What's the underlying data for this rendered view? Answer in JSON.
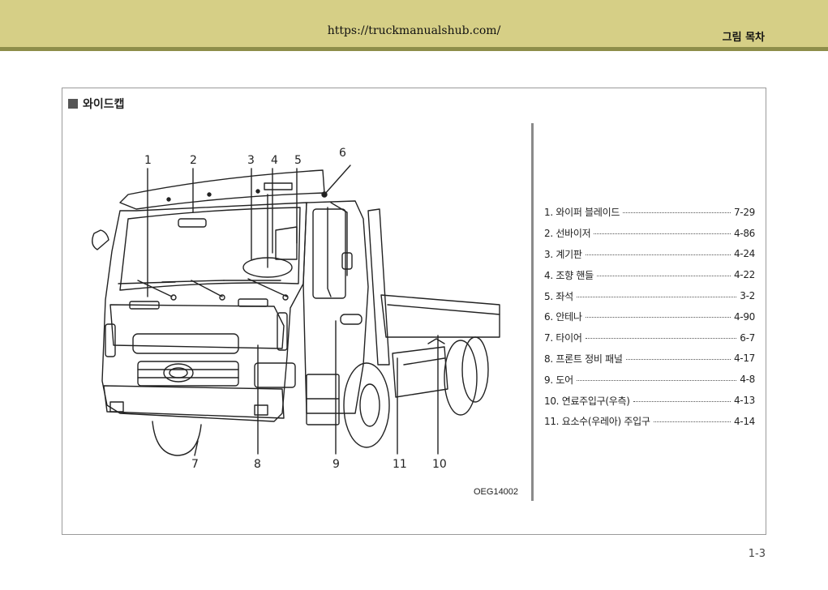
{
  "header": {
    "url": "https://truckmanualshub.com/",
    "section": "그림 목차"
  },
  "section_title": "와이드캡",
  "figure": {
    "code": "OEG14002",
    "callouts": [
      "1",
      "2",
      "3",
      "4",
      "5",
      "6",
      "7",
      "8",
      "9",
      "11",
      "10"
    ]
  },
  "toc": [
    {
      "label": "1. 와이퍼 블레이드",
      "page": "7-29"
    },
    {
      "label": "2. 선바이저",
      "page": "4-86"
    },
    {
      "label": "3. 계기판",
      "page": "4-24"
    },
    {
      "label": "4. 조향 핸들",
      "page": "4-22"
    },
    {
      "label": "5. 좌석",
      "page": "3-2"
    },
    {
      "label": "6. 안테나",
      "page": "4-90"
    },
    {
      "label": "7. 타이어",
      "page": "6-7"
    },
    {
      "label": "8. 프론트 정비 패널",
      "page": "4-17"
    },
    {
      "label": "9. 도어",
      "page": "4-8"
    },
    {
      "label": "10. 연료주입구(우측)",
      "page": "4-13"
    },
    {
      "label": "11. 요소수(우레아) 주입구",
      "page": "4-14"
    }
  ],
  "page_number": "1-3"
}
